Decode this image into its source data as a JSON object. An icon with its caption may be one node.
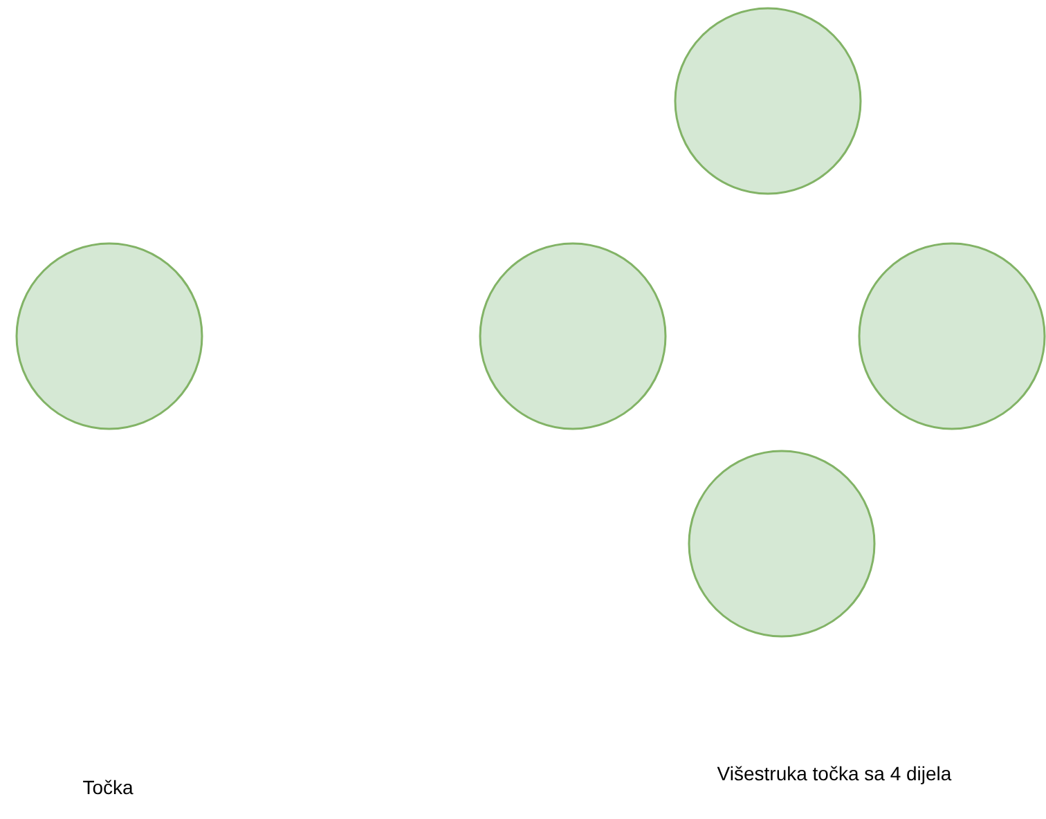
{
  "diagram": {
    "nodes": [
      {
        "text": [],
        "shape": "circle"
      },
      {
        "text": [],
        "shape": "circle"
      },
      {
        "text": [],
        "shape": "circle"
      },
      {
        "text": [],
        "shape": "circle"
      },
      {
        "text": [],
        "shape": "circle"
      }
    ],
    "labels": [
      "Točka",
      "Višestruka točka sa 4 dijela"
    ]
  }
}
